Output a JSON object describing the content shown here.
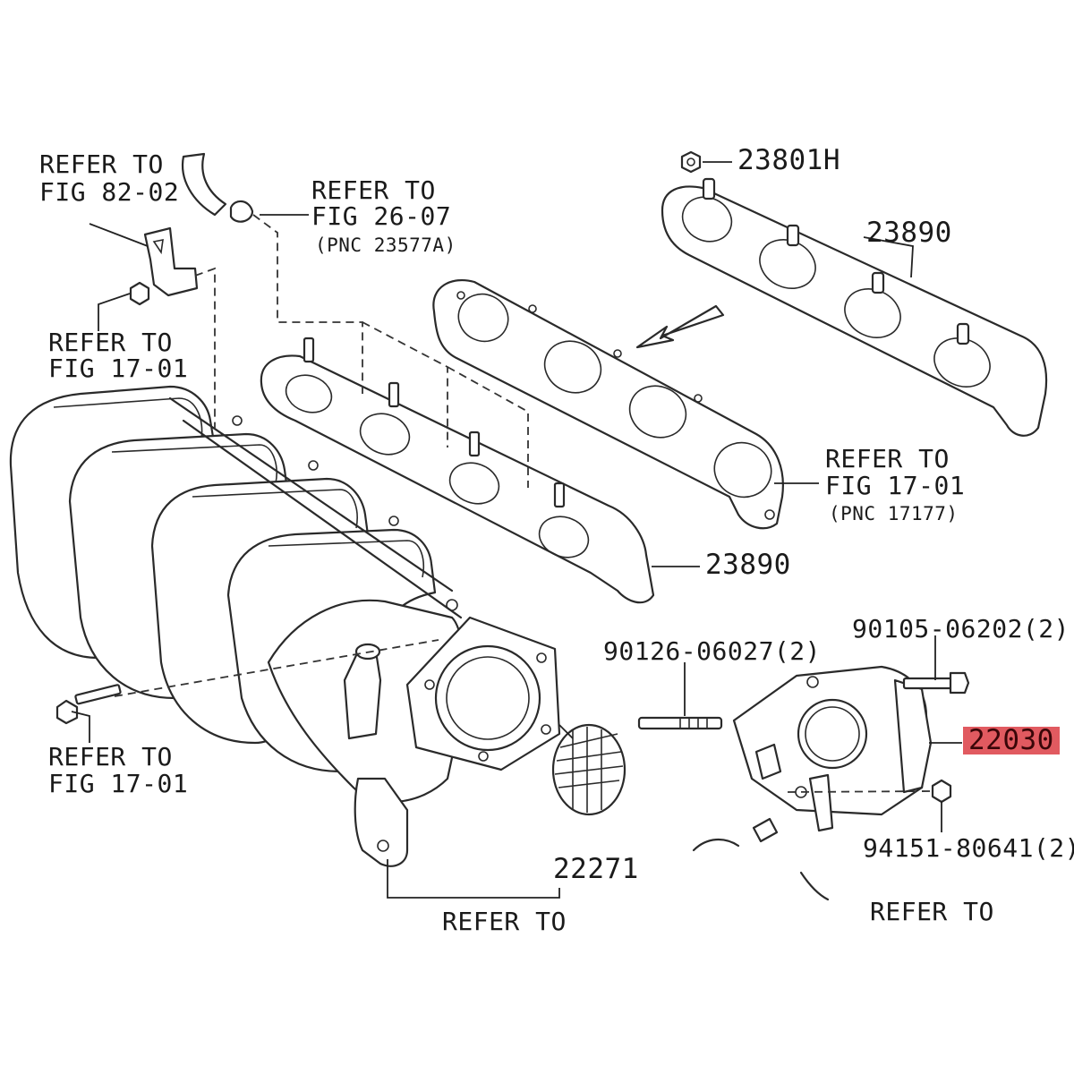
{
  "callouts": {
    "bracket_ref": {
      "line1": "REFER TO",
      "line2": "FIG 82-02"
    },
    "hose_ref": {
      "line1": "REFER TO",
      "line2": "FIG 26-07",
      "line3": "(PNC 23577A)"
    },
    "bracket_nut_ref": {
      "line1": "REFER TO",
      "line2": "FIG 17-01"
    },
    "manifold_bolt_ref": {
      "line1": "REFER TO",
      "line2": "FIG 17-01"
    },
    "gasket_ref": {
      "line1": "REFER TO",
      "line2": "FIG 17-01",
      "line3": "(PNC 17177)"
    },
    "bottom_ref_left": "REFER TO",
    "bottom_ref_right": "REFER TO"
  },
  "parts": {
    "nut_top": "23801H",
    "gasket_upper": "23890",
    "gasket_lower": "23890",
    "stud": "90126-06027(2)",
    "bolt": "90105-06202(2)",
    "throttle_body": "22030",
    "nut_throttle": "94151-80641(2)",
    "gasket_throttle": "22271"
  },
  "colors": {
    "highlight": "#e15a60",
    "line": "#2a2a2a"
  }
}
